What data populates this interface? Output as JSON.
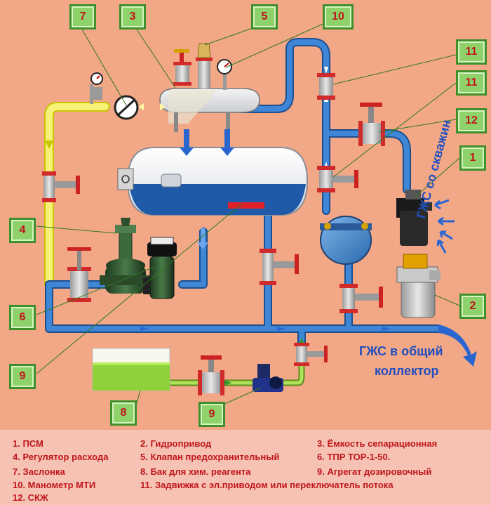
{
  "colors": {
    "background": "#f2a787",
    "pipe_blue": "#2e6db8",
    "pipe_yellow": "#f6f277",
    "pipe_green": "#9ed23d",
    "liquid": "#1e5aa8",
    "label_red": "#c0161b",
    "callout_green": "#8fd16a",
    "flange_red": "#d12a2a"
  },
  "callouts": [
    "7",
    "3",
    "5",
    "10",
    "11",
    "11",
    "12",
    "1",
    "4",
    "6",
    "9",
    "2",
    "8",
    "9"
  ],
  "flow_labels": {
    "outlet_line1": "ГЖС в общий",
    "outlet_line2": "коллектор",
    "wells": "ГЖС со скважин"
  },
  "legend": [
    "1. ПСМ",
    "2. Гидропривод",
    "3. Ёмкость сепарационная",
    "4. Регулятор расхода",
    "5. Клапан предохранительный",
    "6. ТПР ТОР-1-50.",
    "7. Заслонка",
    "8. Бак для хим. реагента",
    "9. Агрегат дозировочный",
    "10. Манометр МТИ",
    "11. Задвижка с эл.приводом или переключатель потока",
    "12. СКЖ"
  ]
}
